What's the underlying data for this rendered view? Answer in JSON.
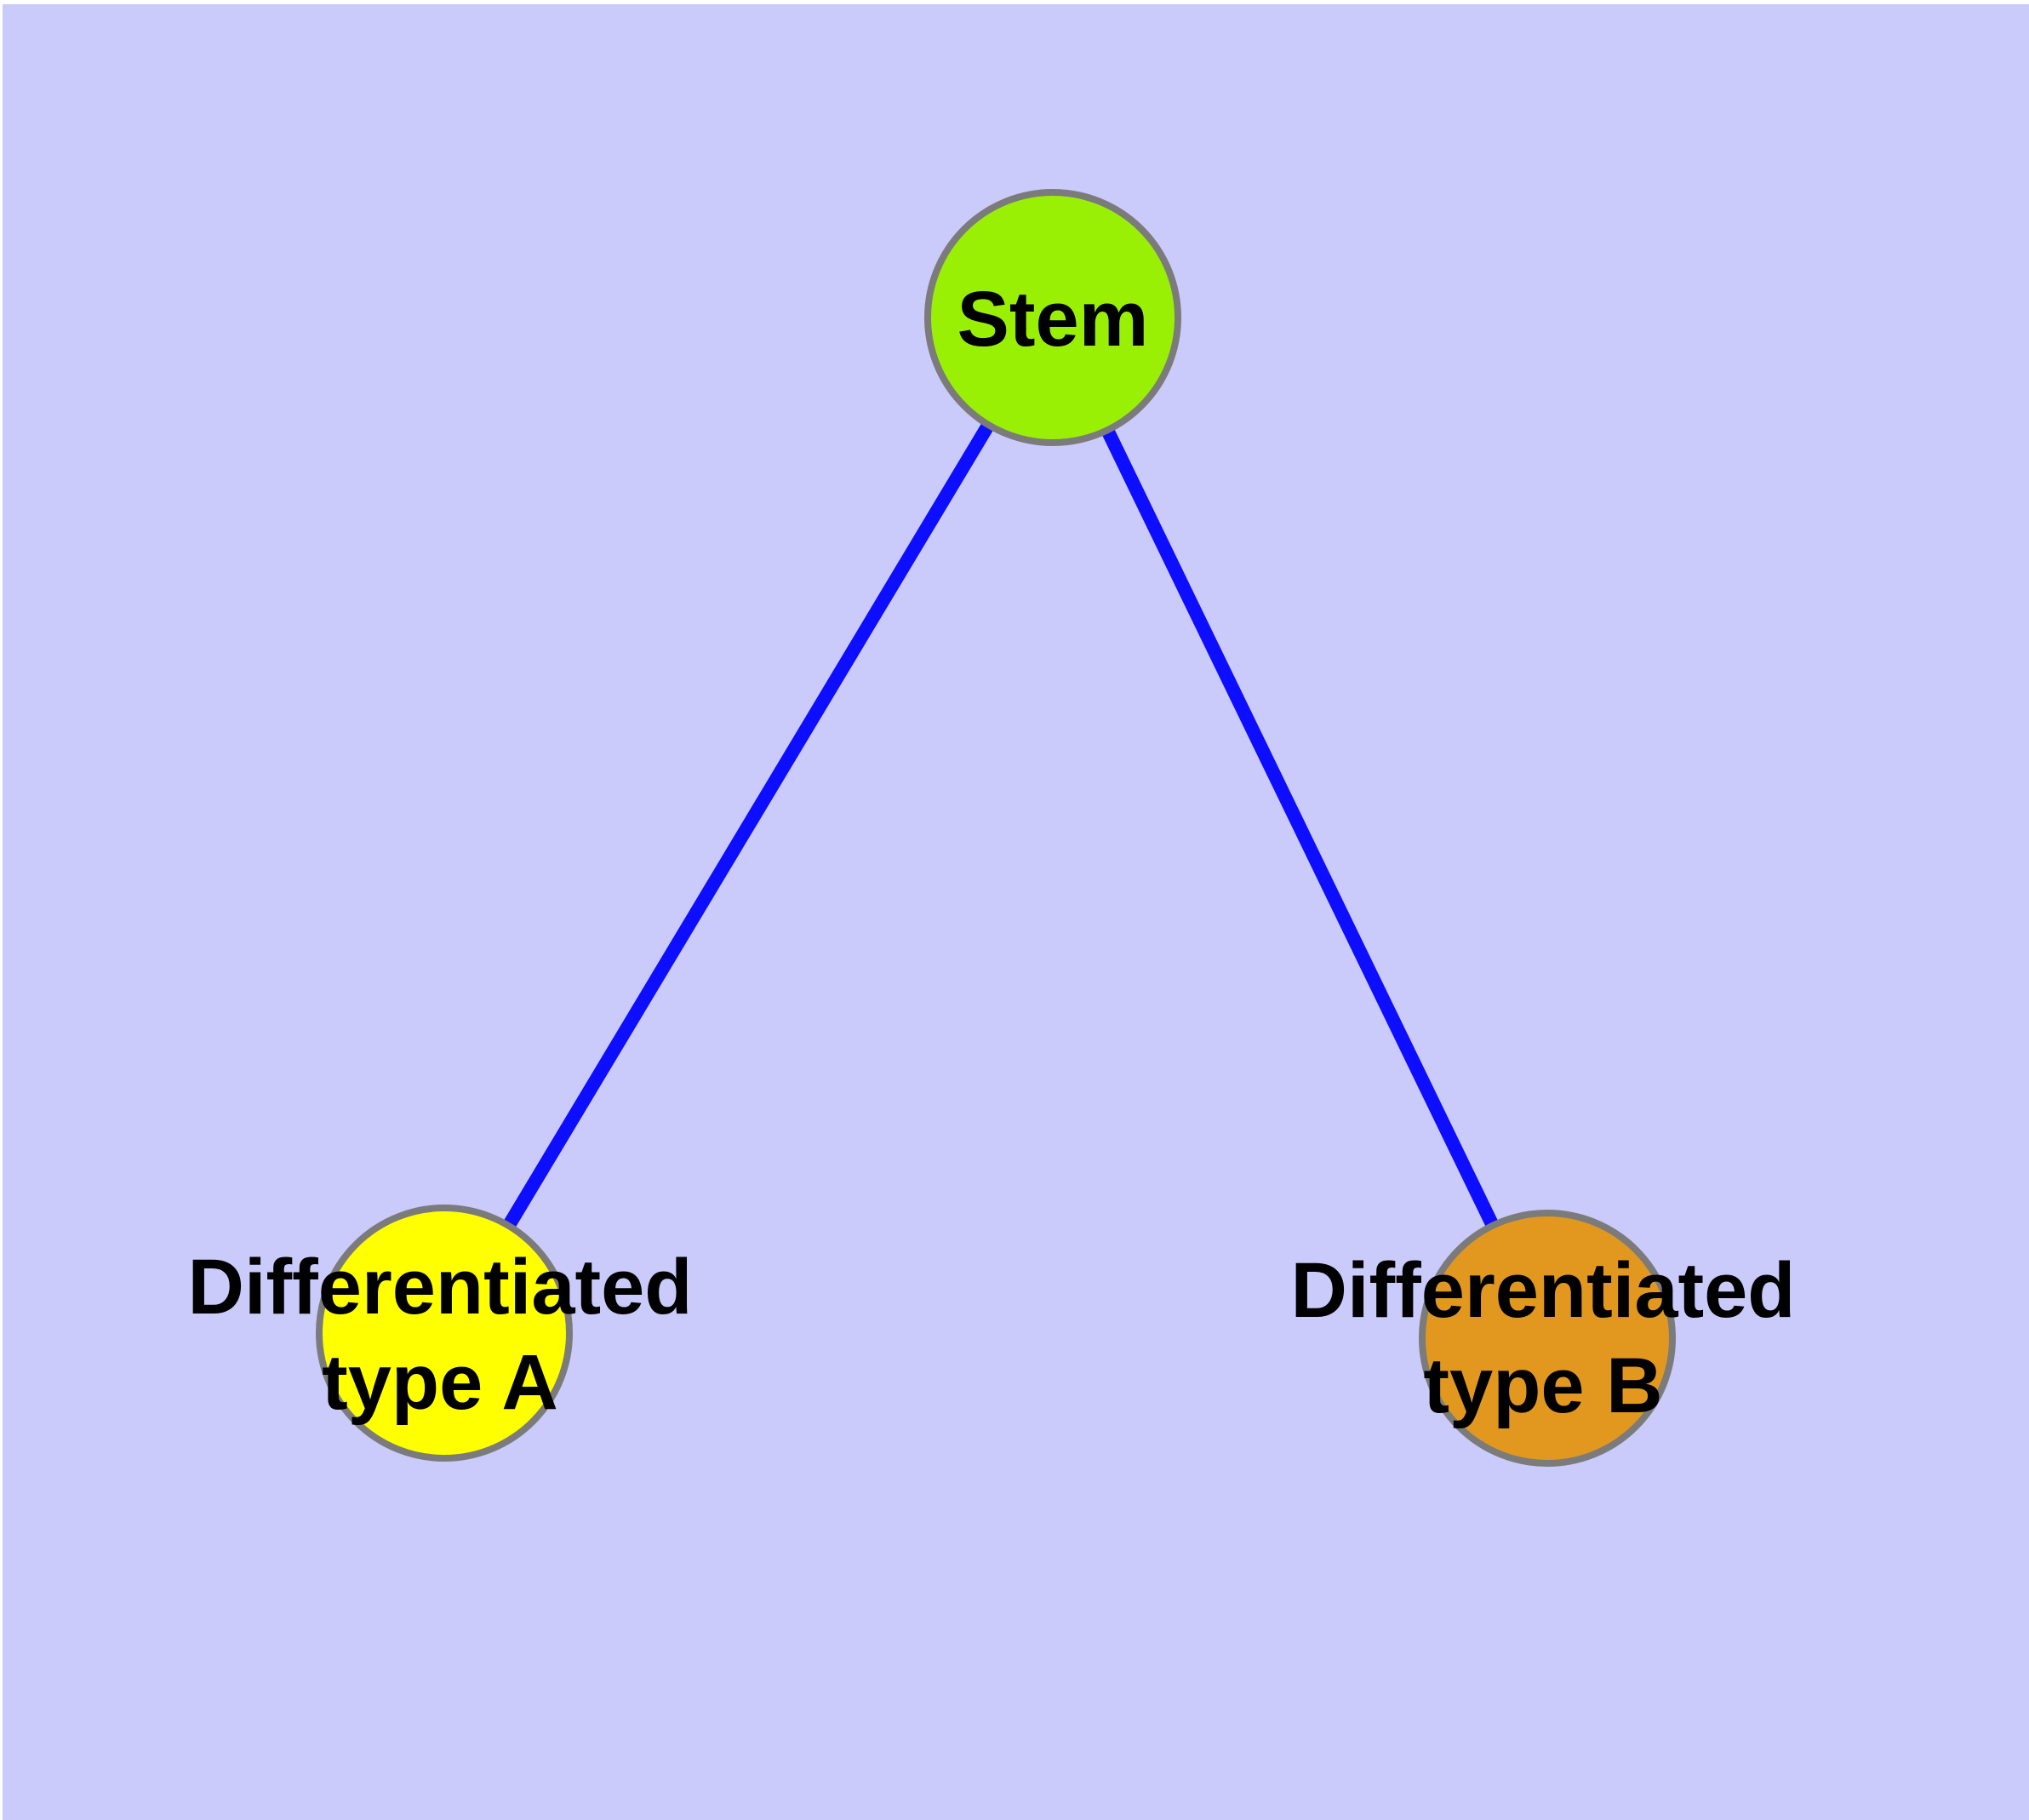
{
  "figure": {
    "margin_color": "#ffffff",
    "background_color": "#cacafb"
  },
  "edges": {
    "color": "#0d0dff",
    "items": [
      {
        "from": "Stem",
        "to": "Differentiated type A"
      },
      {
        "from": "Stem",
        "to": "Differentiated type B"
      }
    ]
  },
  "nodes": {
    "border_color": "#7b7b7b",
    "stem": {
      "label": "Stem",
      "fill": "#9af005"
    },
    "type_a": {
      "label_line1": "Differentiated",
      "label_line2": "type A",
      "fill": "#ffff00"
    },
    "type_b": {
      "label_line1": "Differentiated",
      "label_line2": "type B",
      "fill": "#e2981f"
    }
  }
}
